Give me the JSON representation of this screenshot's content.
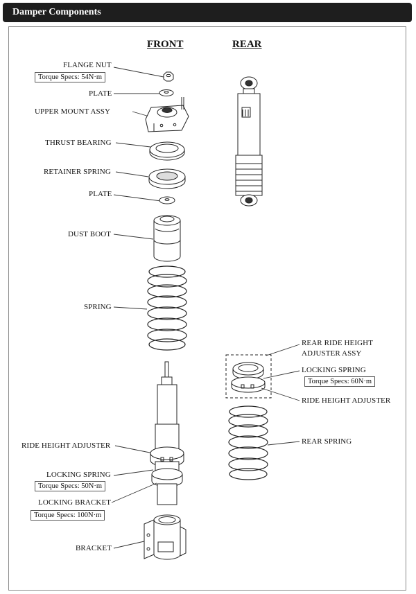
{
  "header": {
    "title": "Damper Components"
  },
  "columns": {
    "front": "FRONT",
    "rear": "REAR"
  },
  "front_labels": {
    "flange_nut": "FLANGE NUT",
    "flange_nut_spec": "Torque Specs: 54N·m",
    "plate_top": "PLATE",
    "upper_mount": "UPPER MOUNT ASSY",
    "thrust_bearing": "THRUST BEARING",
    "retainer_spring": "RETAINER SPRING",
    "plate_lower": "PLATE",
    "dust_boot": "DUST BOOT",
    "spring": "SPRING",
    "ride_height_adjuster": "RIDE HEIGHT ADJUSTER",
    "locking_spring": "LOCKING SPRING",
    "locking_spring_spec": "Torque Specs: 50N·m",
    "locking_bracket": "LOCKING BRACKET",
    "locking_bracket_spec": "Torque Specs: 100N·m",
    "bracket": "BRACKET"
  },
  "rear_labels": {
    "rear_ride_height_line1": "REAR RIDE HEIGHT",
    "rear_ride_height_line2": "ADJUSTER ASSY",
    "locking_spring": "LOCKING SPRING",
    "locking_spring_spec": "Torque Specs: 60N·m",
    "ride_height_adjuster": "RIDE HEIGHT ADJUSTER",
    "rear_spring": "REAR SPRING"
  }
}
